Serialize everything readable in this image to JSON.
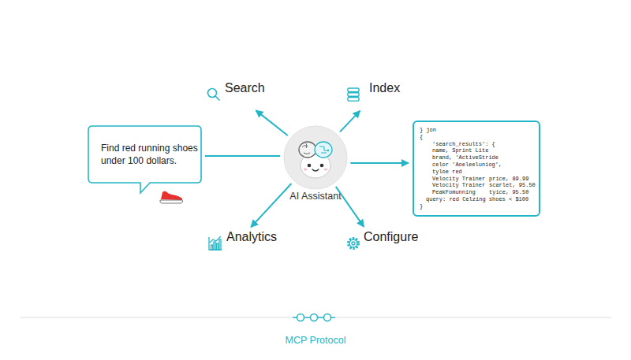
{
  "diagram": {
    "nodes": [
      {
        "text": [
          "Search"
        ]
      },
      {
        "text": [
          "Index"
        ]
      },
      {
        "text": [
          "Find red running shoes under 100 dollars."
        ]
      },
      {
        "text": [
          "AI Assistant"
        ]
      },
      {
        "text": [
          "} jon",
          "{",
          "'search_results': {",
          "name, Sprint Lite",
          "brand, 'ActiveStride",
          "celor 'Aoeleeluniog',",
          "tyloe red",
          "Velocity Trainer",
          "price, 89.99",
          "Velocity Trainer",
          "scarlet, 95.50",
          "PeakFomunning",
          "tyice, 95.50",
          "query: red Celzing shoes < $100",
          "}"
        ]
      },
      {
        "text": [
          "Analytics"
        ]
      },
      {
        "text": [
          "Configure"
        ]
      }
    ],
    "edges": [
      {
        "from": 2,
        "to": 3,
        "arrow": "none"
      },
      {
        "from": 3,
        "to": 0,
        "arrow": "to"
      },
      {
        "from": 3,
        "to": 1,
        "arrow": "to"
      },
      {
        "from": 3,
        "to": 4,
        "arrow": "to"
      },
      {
        "from": 3,
        "to": 5,
        "arrow": "to"
      },
      {
        "from": 3,
        "to": 6,
        "arrow": "to"
      }
    ],
    "labels": [
      "MCP Protocol"
    ]
  }
}
